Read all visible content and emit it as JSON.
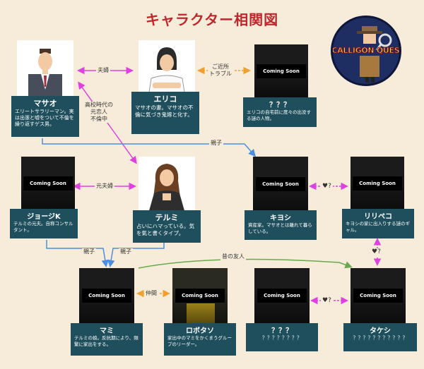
{
  "title": "キャラクター相関図",
  "logo_text": "CALLIGON QUEST",
  "coming_soon": "Coming Soon",
  "characters": {
    "masao": {
      "name": "マサオ",
      "desc": "エリートサラリーマン。実は出張と嘘をついて不倫を繰り返すゲス男。"
    },
    "eriko": {
      "name": "エリコ",
      "desc": "マサオの妻。マサオの不倫に気づき鬼嫁と化す。"
    },
    "unknown1": {
      "name": "？？？",
      "desc": "エリコの自宅前に度々の出没する謎の人物。"
    },
    "george": {
      "name": "ジョージK",
      "desc": "テルミの元夫。自称コンサルタント。"
    },
    "terumi": {
      "name": "テルミ",
      "desc": "占いにハマっている。気を氣と書くタイプ。"
    },
    "kiyoshi": {
      "name": "キヨシ",
      "desc": "資産家。マサオとは離れて暮らしている。"
    },
    "ririneko": {
      "name": "リリペコ",
      "desc": "キヨシの家に出入りする謎のギャル。"
    },
    "mami": {
      "name": "マミ",
      "desc": "テルミの娘。反抗期により、頻繁に家出をする。"
    },
    "robotaso": {
      "name": "ロボタソ",
      "desc": "家出中のマミをかくまうグループのリーダー。"
    },
    "unknown2": {
      "name": "？？？",
      "desc": "？？？？？？？？"
    },
    "takeshi": {
      "name": "タケシ",
      "desc": "？？？？？？？？？？？"
    }
  },
  "relations": {
    "fuufu": "夫婦",
    "neighbor": "ご近所\nトラブル",
    "ex_lover": "高校時代の\n元恋人\n不倫中",
    "oyako": "親子",
    "ex_husband": "元夫婦",
    "oyako_left": "親子",
    "oyako_right": "親子",
    "old_friend": "昔の友人",
    "nakama": "仲間",
    "love_q1": "♥?",
    "love_q2": "♥?",
    "love_q3": "♥?"
  },
  "colors": {
    "card": "#1f4f5c",
    "title": "#c0272d",
    "magenta": "#e040e0",
    "blue": "#4a8fe0",
    "green": "#6aa84f",
    "orange": "#f0a030",
    "background": "#f6ecd9"
  }
}
